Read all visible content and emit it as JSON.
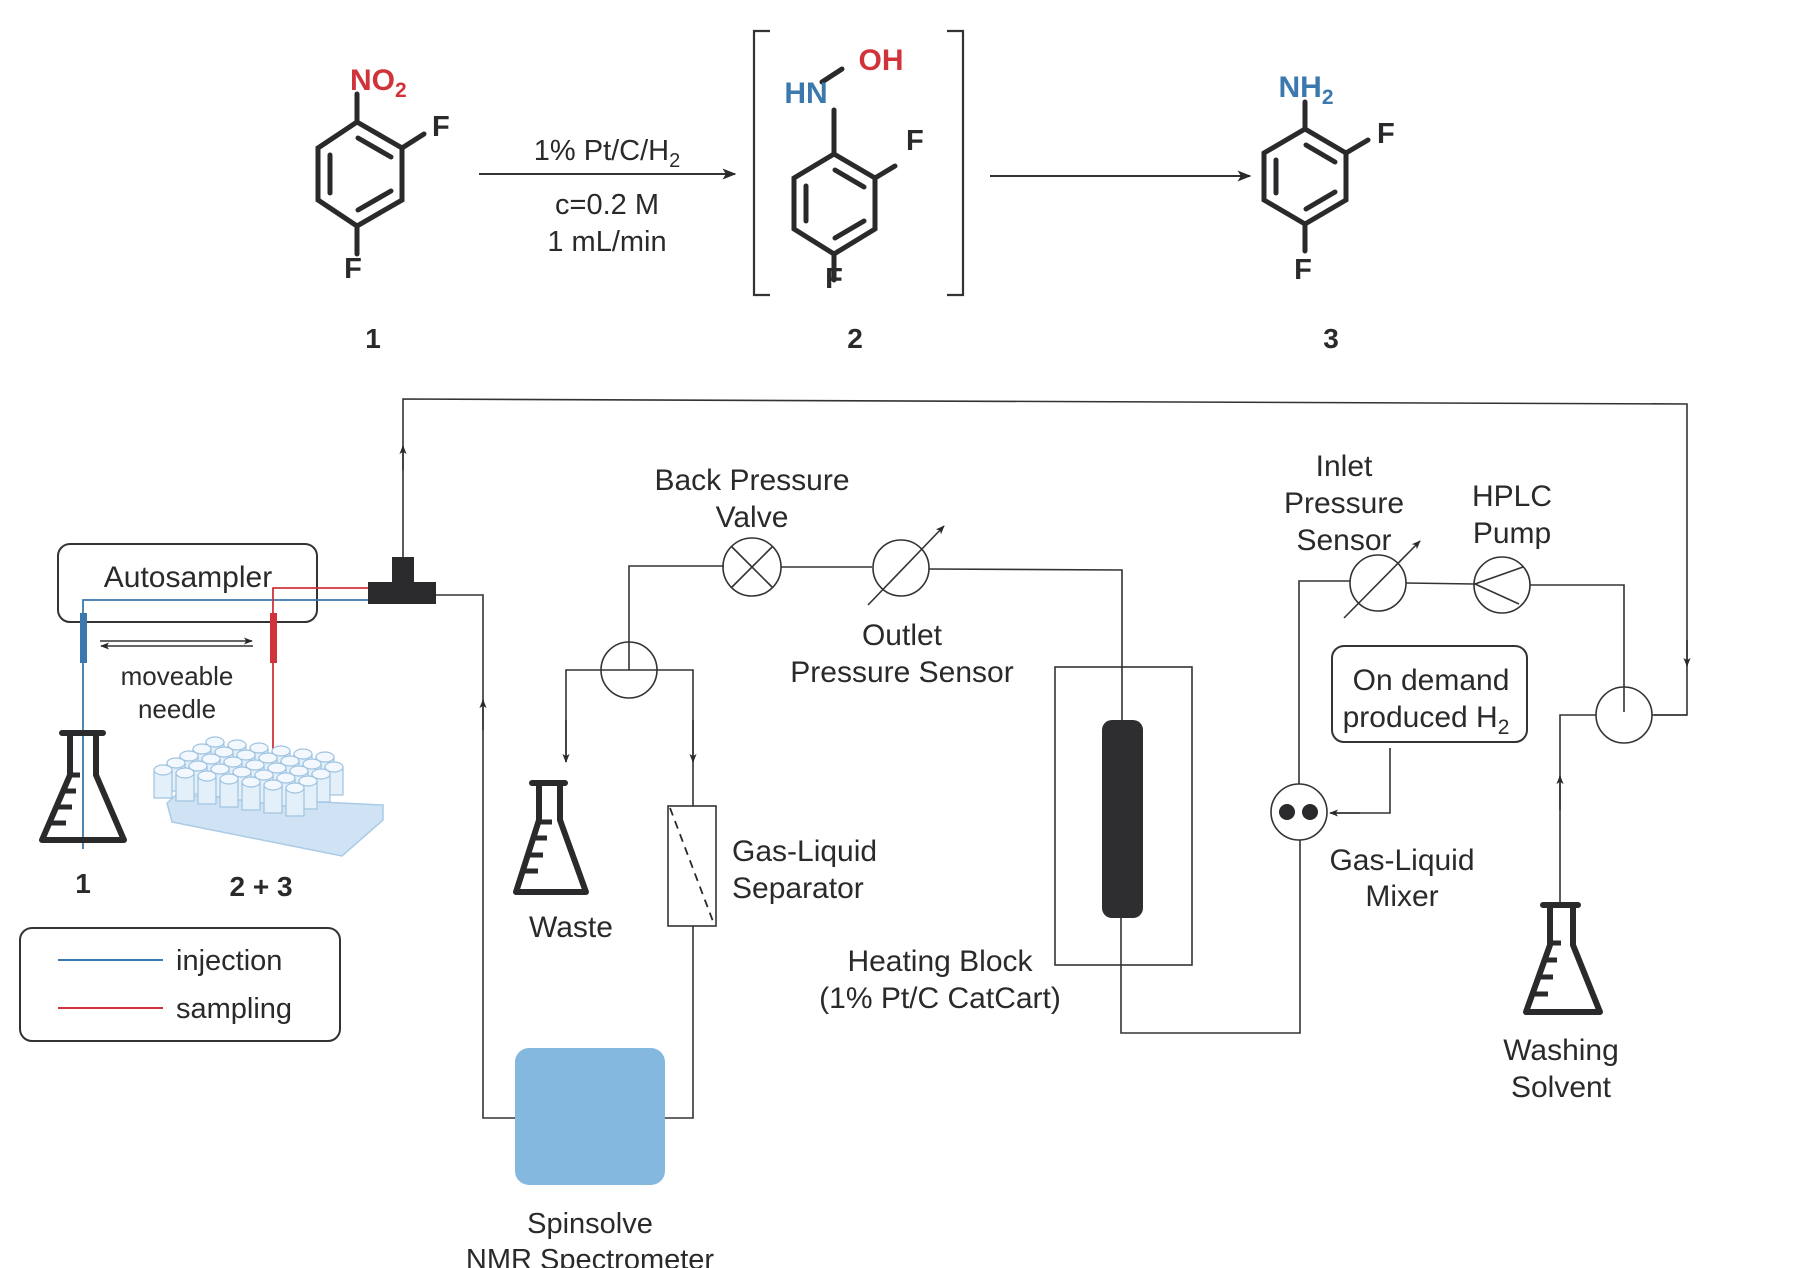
{
  "colors": {
    "nitro": "#d0343a",
    "amine": "#3a78ad",
    "hydroxyl": "#d0343a",
    "injection": "#3a78ad",
    "sampling": "#d0343a",
    "nmr": "#85b8df",
    "ink": "#2a2a2c"
  },
  "scheme": {
    "compound1": {
      "substituent": "NO",
      "substituent_sub": "2",
      "f_ortho": "F",
      "f_para": "F",
      "number": "1"
    },
    "compound2": {
      "hn": "HN",
      "oh": "OH",
      "f_ortho": "F",
      "f_para": "F",
      "number": "2"
    },
    "compound3": {
      "substituent": "NH",
      "substituent_sub": "2",
      "f_ortho": "F",
      "f_para": "F",
      "number": "3"
    },
    "conditions": {
      "catalyst": "1% Pt/C/H",
      "catalyst_sub": "2",
      "concentration": "c=0.2 M",
      "flow_rate": "1 mL/min"
    }
  },
  "setup": {
    "autosampler": "Autosampler",
    "moveable_needle": [
      "moveable",
      "needle"
    ],
    "flask1_label": "1",
    "vials_label": "2 + 3",
    "legend": {
      "injection": "injection",
      "sampling": "sampling"
    },
    "back_pressure_valve": [
      "Back Pressure",
      "Valve"
    ],
    "outlet_pressure_sensor": [
      "Outlet",
      "Pressure Sensor"
    ],
    "waste": "Waste",
    "gas_liquid_separator": [
      "Gas-Liquid",
      "Separator"
    ],
    "nmr": [
      "Spinsolve",
      "NMR Spectrometer"
    ],
    "heating_block": [
      "Heating Block",
      "(1% Pt/C CatCart)"
    ],
    "inlet_pressure_sensor": [
      "Inlet",
      "Pressure",
      "Sensor"
    ],
    "hplc_pump": [
      "HPLC",
      "Pump"
    ],
    "h2_generator": [
      "On demand",
      "produced H",
      "2"
    ],
    "gas_liquid_mixer": [
      "Gas-Liquid",
      "Mixer"
    ],
    "washing_solvent": [
      "Washing",
      "Solvent"
    ]
  }
}
